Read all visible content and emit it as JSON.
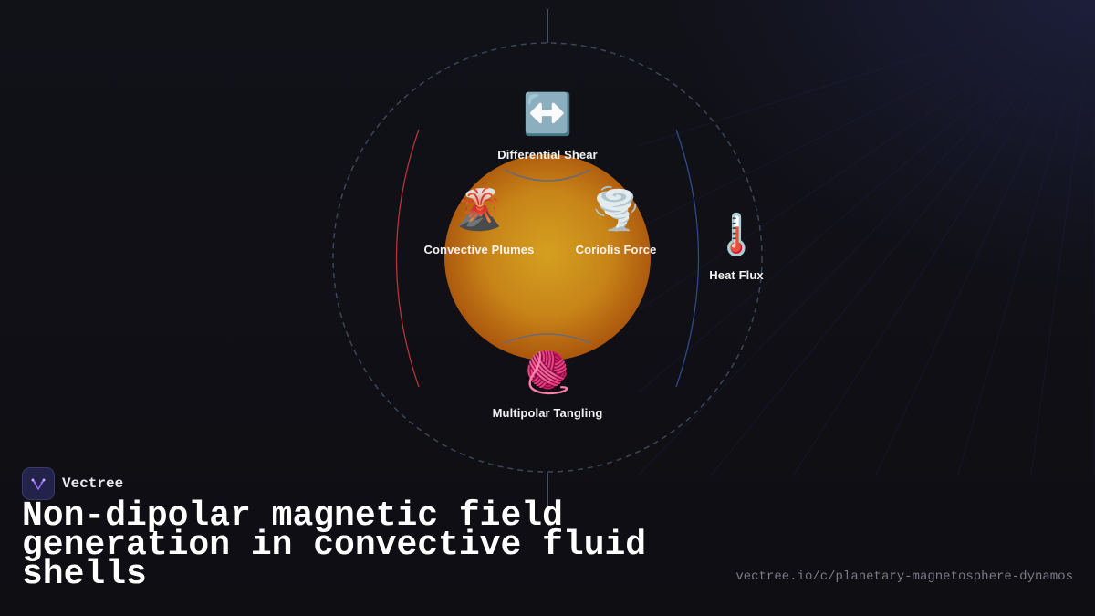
{
  "nodes": [
    {
      "id": "differential-shear",
      "label": "Differential Shear",
      "icon": "left-right-arrow-icon",
      "glyph": "↔️"
    },
    {
      "id": "convective-plumes",
      "label": "Convective Plumes",
      "icon": "volcano-icon",
      "glyph": "🌋"
    },
    {
      "id": "coriolis-force",
      "label": "Coriolis Force",
      "icon": "tornado-icon",
      "glyph": "🌪️"
    },
    {
      "id": "heat-flux",
      "label": "Heat Flux",
      "icon": "thermometer-icon",
      "glyph": "🌡️"
    },
    {
      "id": "multipolar-tangling",
      "label": "Multipolar Tangling",
      "icon": "yarn-ball-icon",
      "glyph": "🧶"
    }
  ],
  "brand": {
    "name": "Vectree"
  },
  "title": "Non-dipolar magnetic field generation in convective fluid shells",
  "url": "vectree.io/c/planetary-magnetosphere-dynamos",
  "colors": {
    "core_center": "#d4a020",
    "core_edge": "#b8580c",
    "orbit": "#3c4658",
    "arc_left": "#b8323a",
    "arc_right": "#2e4a8a",
    "accent": "#8a5cf0"
  }
}
